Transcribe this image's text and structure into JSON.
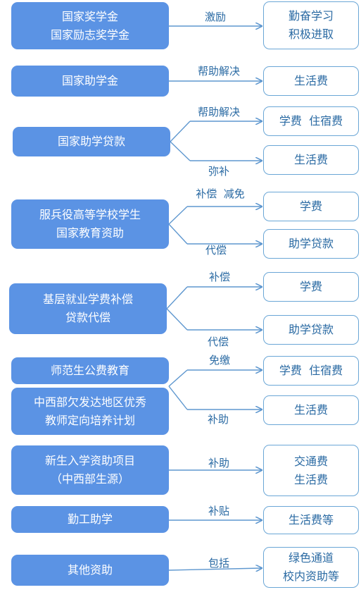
{
  "colors": {
    "left_fill": "#5b93e4",
    "right_border": "#6aa6d6",
    "text_blue": "#2a6aa3",
    "arrow": "#5e97cf"
  },
  "programs": [
    {
      "lines": [
        "国家奖学金",
        "国家励志奖学金"
      ]
    },
    {
      "lines": [
        "国家助学金"
      ]
    },
    {
      "lines": [
        "国家助学贷款"
      ]
    },
    {
      "lines": [
        "服兵役高等学校学生",
        "国家教育资助"
      ]
    },
    {
      "lines": [
        "基层就业学费补偿",
        "贷款代偿"
      ]
    },
    {
      "lines": [
        "师范生公费教育"
      ]
    },
    {
      "lines": [
        "中西部欠发达地区优秀",
        "教师定向培养计划"
      ]
    },
    {
      "lines": [
        "新生入学资助项目",
        "（中西部生源）"
      ]
    },
    {
      "lines": [
        "勤工助学"
      ]
    },
    {
      "lines": [
        "其他资助"
      ]
    }
  ],
  "outcomes": [
    {
      "lines": [
        "勤奋学习",
        "积极进取"
      ]
    },
    {
      "lines": [
        "生活费"
      ]
    },
    {
      "lines": [
        "学费  住宿费"
      ]
    },
    {
      "lines": [
        "生活费"
      ]
    },
    {
      "lines": [
        "学费"
      ]
    },
    {
      "lines": [
        "助学贷款"
      ]
    },
    {
      "lines": [
        "学费"
      ]
    },
    {
      "lines": [
        "助学贷款"
      ]
    },
    {
      "lines": [
        "学费  住宿费"
      ]
    },
    {
      "lines": [
        "生活费"
      ]
    },
    {
      "lines": [
        "交通费",
        "生活费"
      ]
    },
    {
      "lines": [
        "生活费等"
      ]
    },
    {
      "lines": [
        "绿色通道",
        "校内资助等"
      ]
    }
  ],
  "labels": [
    "激励",
    "帮助解决",
    "帮助解决",
    "弥补",
    "补偿  减免",
    "代偿",
    "补偿",
    "代偿",
    "免缴",
    "补助",
    "补助",
    "补贴",
    "包括"
  ]
}
